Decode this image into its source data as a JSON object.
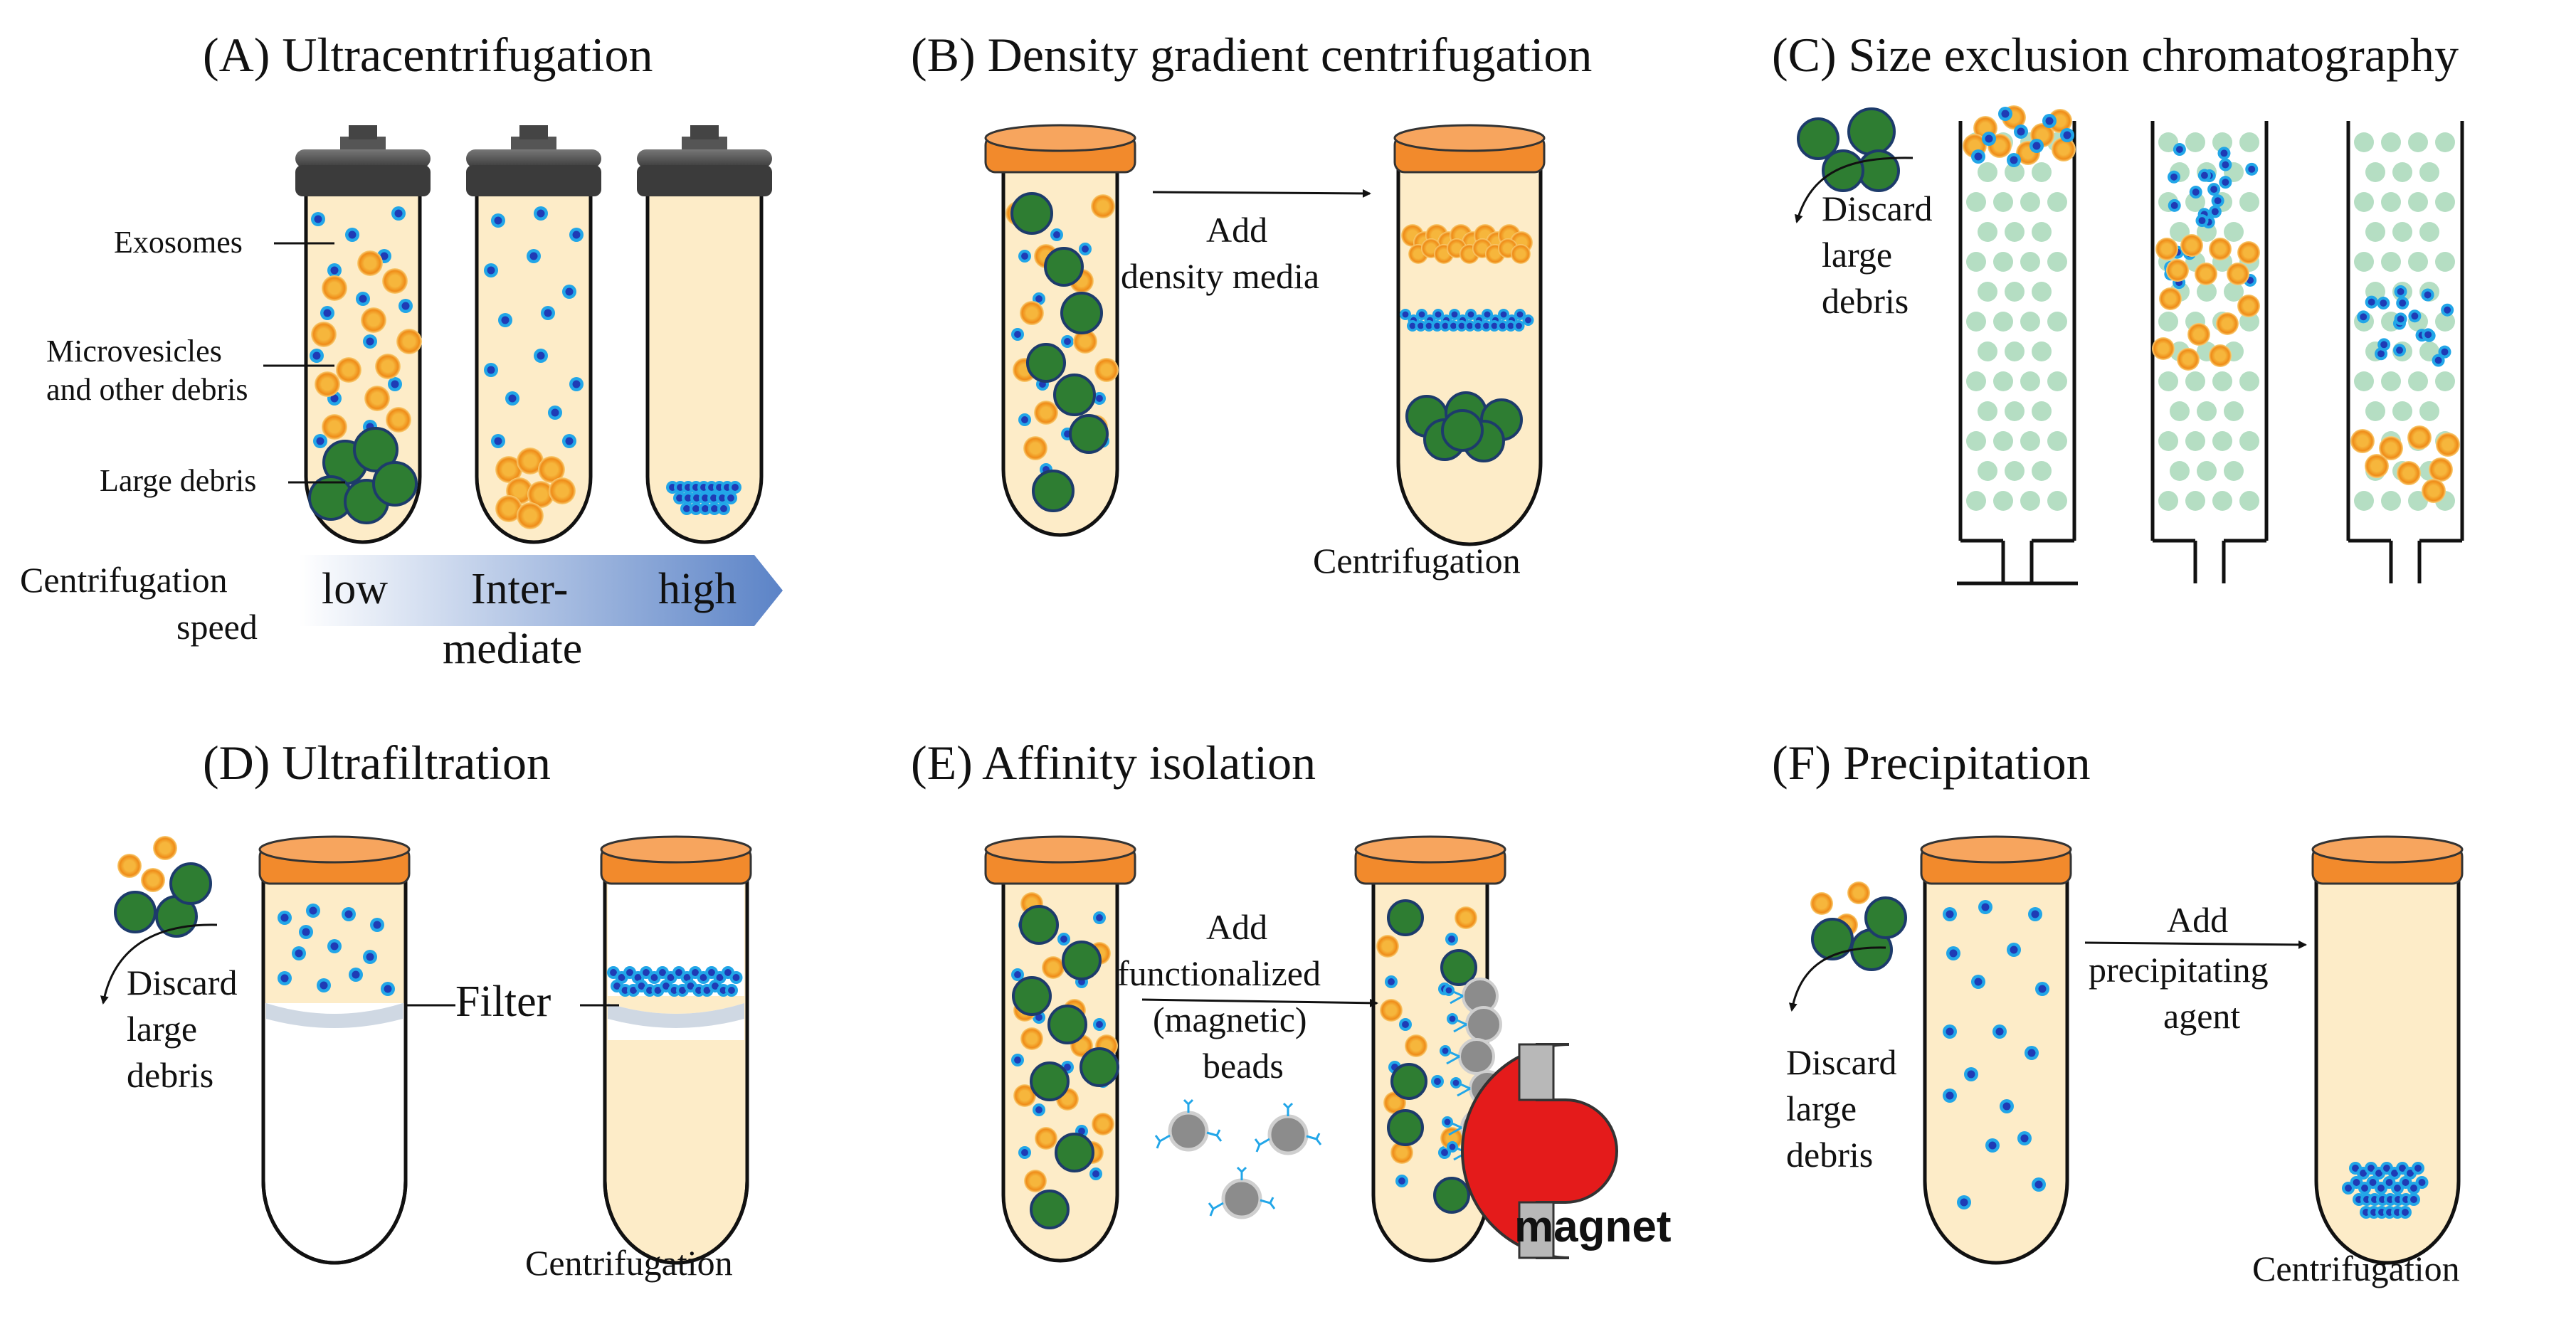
{
  "colors": {
    "tube_fill": "#fdecc8",
    "cap_orange": "#f28a2c",
    "cap_orange_top": "#f7a55e",
    "cap_grey": "#555555",
    "exosome_core": "#1f3bb5",
    "exosome_ring": "#22a6e8",
    "microvesicle": "#f2a61e",
    "microvesicle_core": "#f5b73a",
    "large_debris": "#2e7d32",
    "resin_bead": "#a8d8b8",
    "magnet_red": "#e41b1b",
    "magnet_tip": "#b8b8b8",
    "arrow_blue": "#5b83c7"
  },
  "panels": {
    "a": {
      "title": "(A) Ultracentrifugation",
      "labels": {
        "exosomes": "Exosomes",
        "microvesicles_1": "Microvesicles",
        "microvesicles_2": "and other debris",
        "large_debris": "Large debris"
      },
      "speed_label_1": "Centrifugation",
      "speed_label_2": "speed",
      "speed_low": "low",
      "speed_mid_1": "Inter-",
      "speed_mid_2": "mediate",
      "speed_high": "high"
    },
    "b": {
      "title": "(B) Density gradient centrifugation",
      "add_1": "Add",
      "add_2": "density media",
      "footer": "Centrifugation"
    },
    "c": {
      "title": "(C) Size exclusion chromatography",
      "discard_1": "Discard",
      "discard_2": "large",
      "discard_3": "debris"
    },
    "d": {
      "title": "(D) Ultrafiltration",
      "discard_1": "Discard",
      "discard_2": "large",
      "discard_3": "debris",
      "filter": "Filter",
      "footer": "Centrifugation"
    },
    "e": {
      "title": "(E) Affinity isolation",
      "add_1": "Add",
      "add_2": "functionalized",
      "add_3": "(magnetic)",
      "add_4": "beads",
      "magnet": "magnet"
    },
    "f": {
      "title": "(F) Precipitation",
      "discard_1": "Discard",
      "discard_2": "large",
      "discard_3": "debris",
      "add_1": "Add",
      "add_2": "precipitating",
      "add_3": "agent",
      "footer": "Centrifugation"
    }
  }
}
